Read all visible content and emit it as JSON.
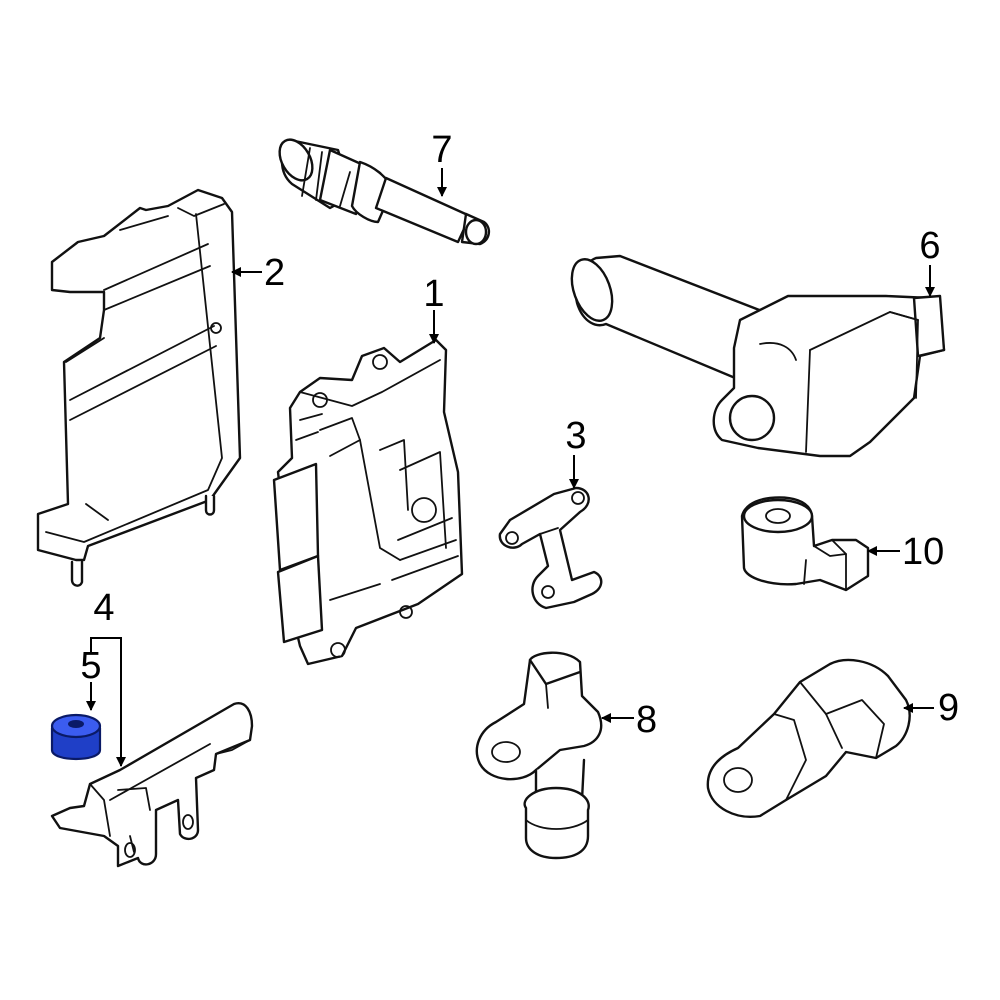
{
  "colors": {
    "line": "#111111",
    "background": "#ffffff",
    "highlight_fill": "#1f3fc7",
    "highlight_top": "#3b5cf0"
  },
  "callouts": {
    "c1": "1",
    "c2": "2",
    "c3": "3",
    "c4": "4",
    "c5": "5",
    "c6": "6",
    "c7": "7",
    "c8": "8",
    "c9": "9",
    "c10": "10"
  },
  "highlighted_part": "5"
}
